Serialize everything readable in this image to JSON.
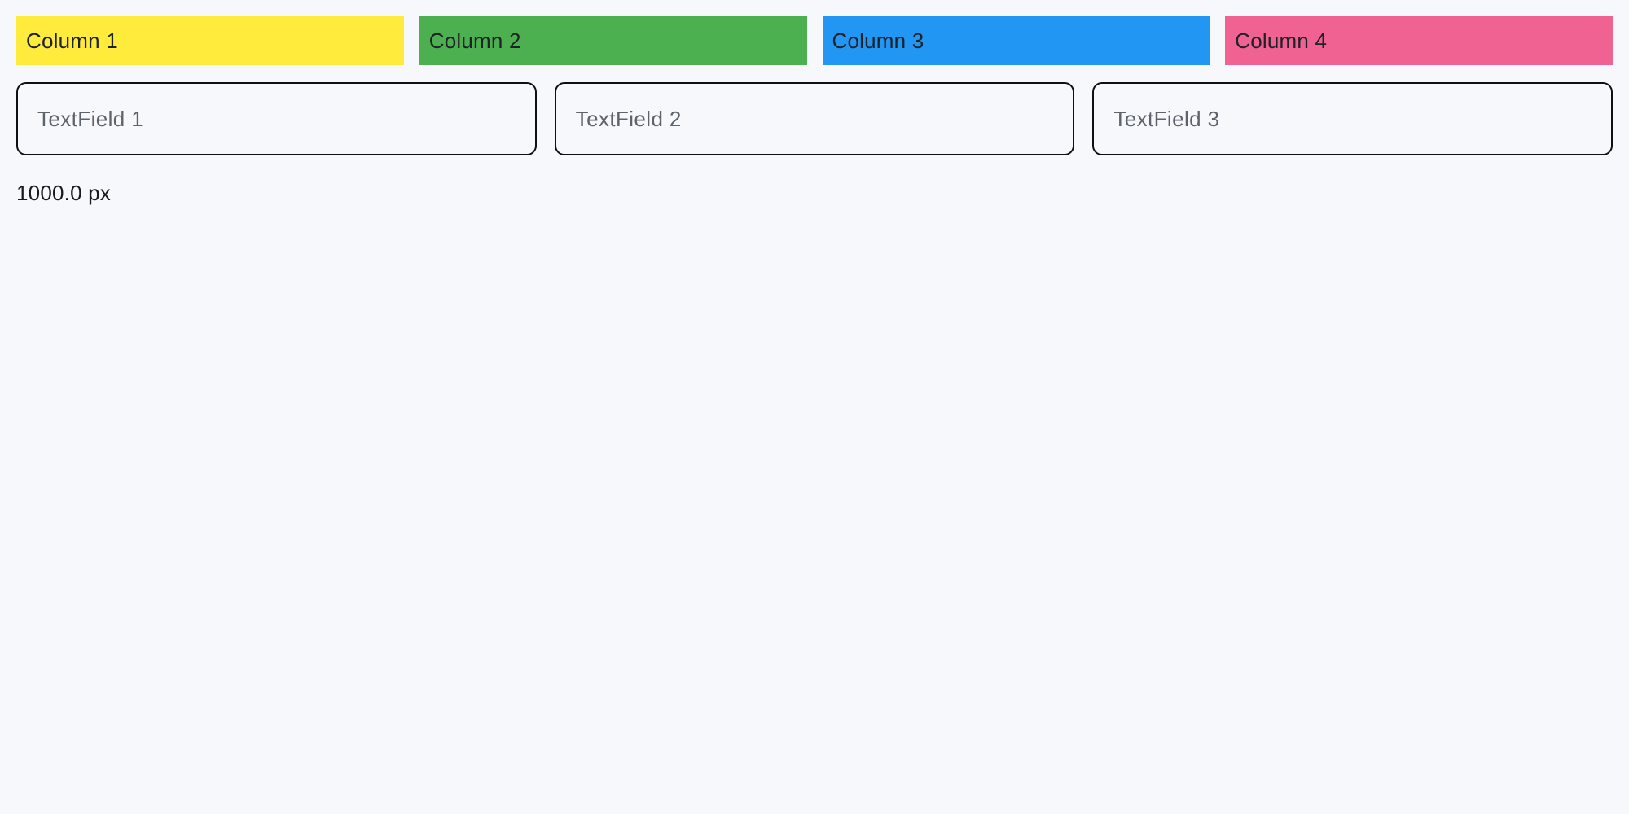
{
  "page": {
    "background": "#F7F8FC",
    "size_label": "1000.0 px"
  },
  "columns": [
    {
      "label": "Column 1",
      "color": "#FFEB3B"
    },
    {
      "label": "Column 2",
      "color": "#4CAF50"
    },
    {
      "label": "Column 3",
      "color": "#2196F3"
    },
    {
      "label": "Column 4",
      "color": "#F06292"
    }
  ],
  "textfields": [
    {
      "placeholder": "TextField 1",
      "value": ""
    },
    {
      "placeholder": "TextField 2",
      "value": ""
    },
    {
      "placeholder": "TextField 3",
      "value": ""
    }
  ]
}
